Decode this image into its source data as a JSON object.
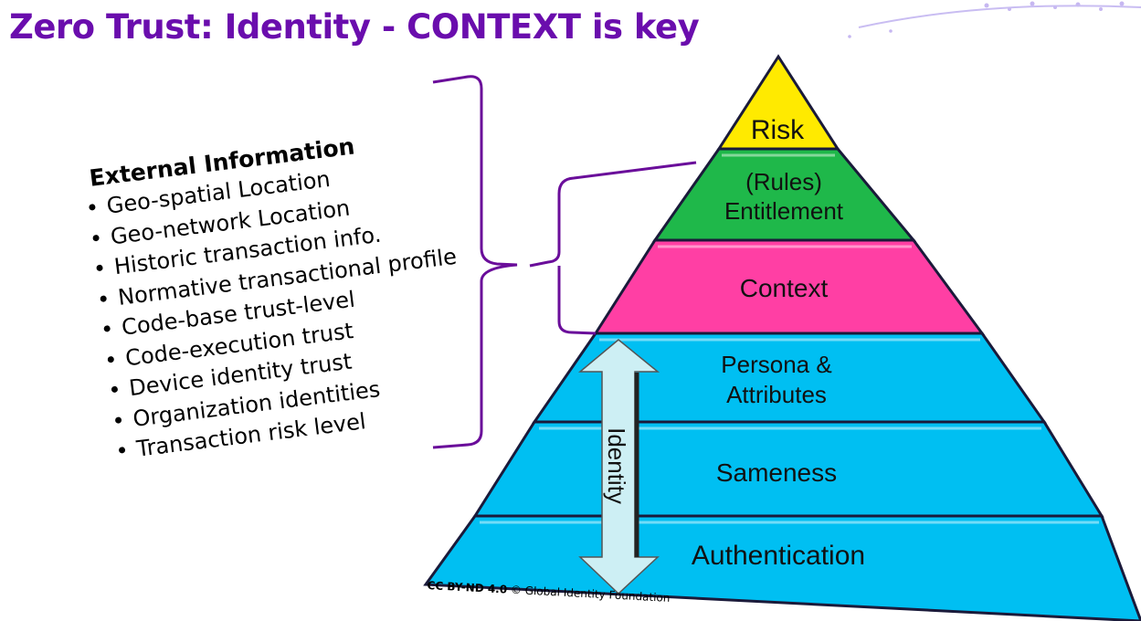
{
  "title": "Zero Trust: Identity - CONTEXT is key",
  "external_info": {
    "heading": "External Information",
    "items": [
      "Geo-spatial Location",
      "Geo-network Location",
      "Historic transaction info.",
      "Normative transactional profile",
      "Code-base trust-level",
      "Code-execution trust",
      "Device identity trust",
      "Organization identities",
      "Transaction risk level"
    ]
  },
  "pyramid": {
    "layers": [
      {
        "label_lines": [
          "Risk"
        ],
        "color": "#ffea00"
      },
      {
        "label_lines": [
          "(Rules)",
          "Entitlement"
        ],
        "color": "#1fb84a"
      },
      {
        "label_lines": [
          "Context"
        ],
        "color": "#ff3fa4"
      },
      {
        "label_lines": [
          "Persona &",
          "Attributes"
        ],
        "color": "#00bff2"
      },
      {
        "label_lines": [
          "Sameness"
        ],
        "color": "#00bff2"
      },
      {
        "label_lines": [
          "Authentication"
        ],
        "color": "#00bff2"
      }
    ],
    "identity_arrow_label": "Identity"
  },
  "footer": {
    "license": "CC BY-ND 4.0",
    "copyright": "© Global Identity Foundation"
  },
  "colors": {
    "title": "#6a0dad",
    "bracket": "#6a0d9a",
    "outline": "#1a1a3a",
    "arrow_fill": "#cdeff4"
  }
}
